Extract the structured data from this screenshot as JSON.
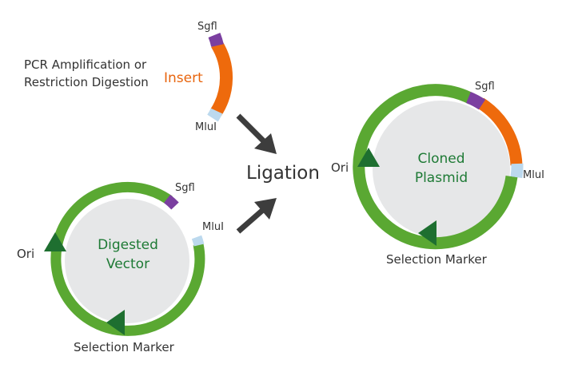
{
  "labels": {
    "insert_source": [
      "PCR Amplification or",
      "Restriction Digestion"
    ],
    "insert": "Insert",
    "sgfl_insert": "Sgfl",
    "mlul_insert": "MluI",
    "ligation": "Ligation",
    "vector_line1": "Digested",
    "vector_line2": "Vector",
    "vector_ori": "Ori",
    "vector_sgfl": "Sgfl",
    "vector_mlul": "MluI",
    "vector_selection": "Selection Marker",
    "plasmid_line1": "Cloned",
    "plasmid_line2": "Plasmid",
    "plasmid_ori": "Ori",
    "plasmid_sgfl": "Sgfl",
    "plasmid_mlul": "MluI",
    "plasmid_selection": "Selection Marker"
  },
  "colors": {
    "backbone": "#5aa832",
    "insert": "#ee6a0c",
    "sgfl_site": "#7b3fa0",
    "mlul_site": "#bcd9ee",
    "arrow_green": "#1e6f30",
    "center_fill": "#e6e7e8",
    "label_green": "#1e7a35",
    "label_orange": "#e8650e",
    "text": "#333333",
    "ligation_arrow": "#3d3d3d"
  },
  "icons": {
    "ori_arrow": "up-arrow-icon",
    "selection_arrow": "left-arrow-icon",
    "ligation_arrows": "diagonal-arrow-icon"
  }
}
